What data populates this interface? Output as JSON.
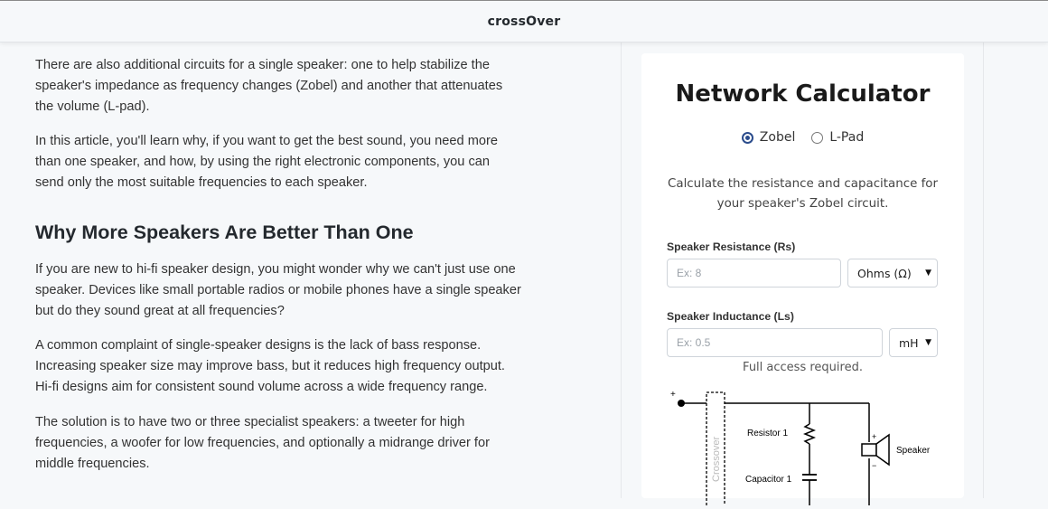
{
  "header": {
    "brand": "crossOver"
  },
  "article": {
    "p1": "There are also additional circuits for a single speaker: one to help stabilize the speaker's impedance as frequency changes (Zobel) and another that attenuates the volume (L-pad).",
    "p2": "In this article, you'll learn why, if you want to get the best sound, you need more than one speaker, and how, by using the right electronic components, you can send only the most suitable frequencies to each speaker.",
    "heading": "Why More Speakers Are Better Than One",
    "p3": "If you are new to hi-fi speaker design, you might wonder why we can't just use one speaker. Devices like small portable radios or mobile phones have a single speaker but do they sound great at all frequencies?",
    "p4": "A common complaint of single-speaker designs is the lack of bass response. Increasing speaker size may improve bass, but it reduces high frequency output. Hi-fi designs aim for consistent sound volume across a wide frequency range.",
    "p5": "The solution is to have two or three specialist speakers: a tweeter for high frequencies, a woofer for low frequencies, and optionally a midrange driver for middle frequencies."
  },
  "calculator": {
    "title": "Network Calculator",
    "modes": [
      {
        "label": "Zobel",
        "selected": true
      },
      {
        "label": "L-Pad",
        "selected": false
      }
    ],
    "description": "Calculate the resistance and capacitance for your speaker's Zobel circuit.",
    "fields": [
      {
        "label": "Speaker Resistance (Rs)",
        "placeholder": "Ex: 8",
        "value": "",
        "unit": "Ohms (Ω)"
      },
      {
        "label": "Speaker Inductance (Ls)",
        "placeholder": "Ex: 0.5",
        "value": "",
        "unit": "mH"
      }
    ],
    "access_note": "Full access required.",
    "diagram": {
      "plus": "+",
      "crossover": "Crossover",
      "resistor": "Resistor 1",
      "capacitor": "Capacitor 1",
      "speaker": "Speaker",
      "speaker_plus": "+",
      "speaker_minus": "−"
    }
  },
  "colors": {
    "accent": "#2b4c8c",
    "background": "#f6f8fa",
    "card": "#ffffff"
  }
}
